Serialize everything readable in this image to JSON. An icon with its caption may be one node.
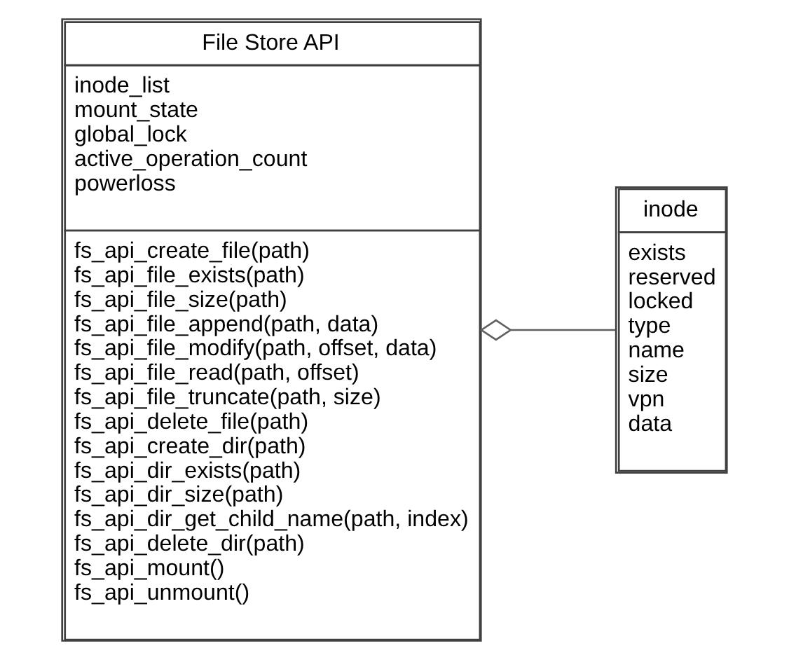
{
  "diagram": {
    "nodes": [
      {
        "text": [
          "File Store API",
          "inode_list",
          "mount_state",
          "global_lock",
          "active_operation_count",
          "powerloss",
          "fs_api_create_file(path)",
          "fs_api_file_exists(path)",
          "fs_api_file_size(path)",
          "fs_api_file_append(path, data)",
          "fs_api_file_modify(path, offset, data)",
          "fs_api_file_read(path, offset)",
          "fs_api_file_truncate(path, size)",
          "fs_api_delete_file(path)",
          "fs_api_create_dir(path)",
          "fs_api_dir_exists(path)",
          "fs_api_dir_size(path)",
          "fs_api_dir_get_child_name(path, index)",
          "fs_api_delete_dir(path)",
          "fs_api_mount()",
          "fs_api_unmount()"
        ]
      },
      {
        "text": [
          "inode",
          "exists",
          "reserved",
          "locked",
          "type",
          "name",
          "size",
          "vpn",
          "data"
        ]
      }
    ],
    "edges": [
      {
        "from": 0,
        "to": 1,
        "arrow": "other"
      }
    ]
  }
}
